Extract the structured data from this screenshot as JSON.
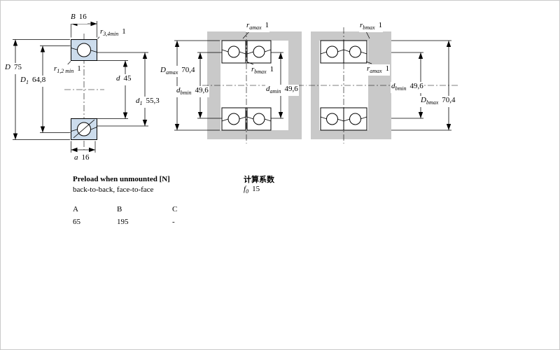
{
  "colors": {
    "background": "#ffffff",
    "bearing_fill": "#ccdcec",
    "housing_fill": "#c9c9c9",
    "line": "#000000"
  },
  "figures": {
    "left": {
      "B": {
        "sym": "B",
        "sub": "",
        "val": "16"
      },
      "r34": {
        "sym": "r",
        "sub": "3,4min",
        "val": "1"
      },
      "D": {
        "sym": "D",
        "sub": "",
        "val": "75"
      },
      "D1": {
        "sym": "D",
        "sub": "1",
        "val": "64,8"
      },
      "r12": {
        "sym": "r",
        "sub": "1,2 min",
        "val": "1"
      },
      "d": {
        "sym": "d",
        "sub": "",
        "val": "45"
      },
      "d1": {
        "sym": "d",
        "sub": "1",
        "val": "55,3"
      },
      "a": {
        "sym": "a",
        "sub": "",
        "val": "16"
      }
    },
    "middle": {
      "ramax": {
        "sym": "r",
        "sub": "amax",
        "val": "1"
      },
      "Damax": {
        "sym": "D",
        "sub": "amax",
        "val": "70,4"
      },
      "rbmax": {
        "sym": "r",
        "sub": "bmax",
        "val": "1"
      },
      "dbmin": {
        "sym": "d",
        "sub": "bmin",
        "val": "49,6"
      },
      "damin": {
        "sym": "d",
        "sub": "amin",
        "val": "49,6"
      }
    },
    "right": {
      "rbmax": {
        "sym": "r",
        "sub": "bmax",
        "val": "1"
      },
      "ramax": {
        "sym": "r",
        "sub": "amax",
        "val": "1"
      },
      "dbmin": {
        "sym": "d",
        "sub": "bmin",
        "val": "49,6"
      },
      "Dbmax": {
        "sym": "D",
        "sub": "bmax",
        "val": "70,4"
      }
    }
  },
  "preload": {
    "title": "Preload when unmounted [N]",
    "subtitle": "back-to-back, face-to-face",
    "columns": [
      "A",
      "B",
      "C"
    ],
    "values": [
      "65",
      "195",
      "-"
    ]
  },
  "calc": {
    "title": "计算系数",
    "f0": {
      "sym": "f",
      "sub": "0",
      "val": "15"
    }
  }
}
